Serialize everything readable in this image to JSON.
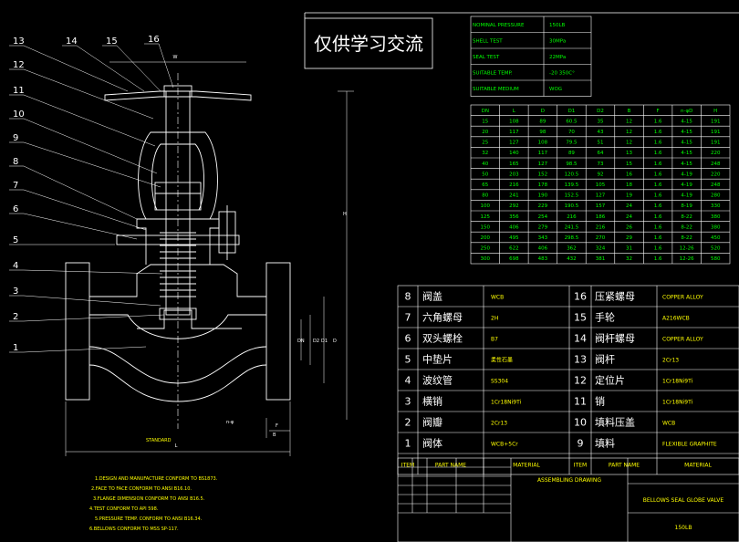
{
  "watermark": "仅供学习交流",
  "specs": [
    {
      "label": "NOMINAL PRESSURE",
      "value": "150LB"
    },
    {
      "label": "SHELL TEST",
      "value": "30MPa"
    },
    {
      "label": "SEAL TEST",
      "value": "22MPa"
    },
    {
      "label": "SUITABLE TEMP.",
      "value": "-20 350C°"
    },
    {
      "label": "SUITABLE MEDIUM",
      "value": "WOG"
    }
  ],
  "dimensions": {
    "headers": [
      "DN",
      "L",
      "D",
      "D1",
      "D2",
      "B",
      "F",
      "n-φD",
      "H"
    ],
    "rows": [
      [
        "15",
        "108",
        "89",
        "60.5",
        "35",
        "12",
        "1.6",
        "4-15",
        "191"
      ],
      [
        "20",
        "117",
        "98",
        "70",
        "43",
        "12",
        "1.6",
        "4-15",
        "191"
      ],
      [
        "25",
        "127",
        "108",
        "79.5",
        "51",
        "12",
        "1.6",
        "4-15",
        "191"
      ],
      [
        "32",
        "140",
        "117",
        "89",
        "64",
        "13",
        "1.6",
        "4-15",
        "220"
      ],
      [
        "40",
        "165",
        "127",
        "98.5",
        "73",
        "15",
        "1.6",
        "4-15",
        "248"
      ],
      [
        "50",
        "203",
        "152",
        "120.5",
        "92",
        "16",
        "1.6",
        "4-19",
        "220"
      ],
      [
        "65",
        "216",
        "178",
        "139.5",
        "105",
        "18",
        "1.6",
        "4-19",
        "248"
      ],
      [
        "80",
        "241",
        "190",
        "152.5",
        "127",
        "19",
        "1.6",
        "4-19",
        "280"
      ],
      [
        "100",
        "292",
        "229",
        "190.5",
        "157",
        "24",
        "1.6",
        "8-19",
        "330"
      ],
      [
        "125",
        "356",
        "254",
        "216",
        "186",
        "24",
        "1.6",
        "8-22",
        "380"
      ],
      [
        "150",
        "406",
        "279",
        "241.5",
        "216",
        "26",
        "1.6",
        "8-22",
        "380"
      ],
      [
        "200",
        "495",
        "343",
        "298.5",
        "270",
        "29",
        "1.6",
        "8-22",
        "450"
      ],
      [
        "250",
        "622",
        "406",
        "362",
        "324",
        "31",
        "1.6",
        "12-26",
        "520"
      ],
      [
        "300",
        "698",
        "483",
        "432",
        "381",
        "32",
        "1.6",
        "12-26",
        "580"
      ]
    ]
  },
  "parts": [
    {
      "left": {
        "no": "8",
        "name": "阀盖",
        "material": "WCB"
      },
      "right": {
        "no": "16",
        "name": "压紧螺母",
        "material": "COPPER ALLOY"
      }
    },
    {
      "left": {
        "no": "7",
        "name": "六角螺母",
        "material": "2H"
      },
      "right": {
        "no": "15",
        "name": "手轮",
        "material": "A216WCB"
      }
    },
    {
      "left": {
        "no": "6",
        "name": "双头螺栓",
        "material": "B7"
      },
      "right": {
        "no": "14",
        "name": "阀杆螺母",
        "material": "COPPER ALLOY"
      }
    },
    {
      "left": {
        "no": "5",
        "name": "中垫片",
        "material": "柔性石墨"
      },
      "right": {
        "no": "13",
        "name": "阀杆",
        "material": "2Cr13"
      }
    },
    {
      "left": {
        "no": "4",
        "name": "波纹管",
        "material": "SS304"
      },
      "right": {
        "no": "12",
        "name": "定位片",
        "material": "1Cr18Ni9Ti"
      }
    },
    {
      "left": {
        "no": "3",
        "name": "横销",
        "material": "1Cr18Ni9Ti"
      },
      "right": {
        "no": "11",
        "name": "销",
        "material": "1Cr18Ni9Ti"
      }
    },
    {
      "left": {
        "no": "2",
        "name": "阀瓣",
        "material": "2Cr13"
      },
      "right": {
        "no": "10",
        "name": "填料压盖",
        "material": "WCB"
      }
    },
    {
      "left": {
        "no": "1",
        "name": "阀体",
        "material": "WCB+5Cr"
      },
      "right": {
        "no": "9",
        "name": "填料",
        "material": "FLEXIBLE GRAPHITE"
      }
    }
  ],
  "parts_header": {
    "item": "ITEM",
    "part": "PART NAME",
    "material": "MATERIAL"
  },
  "title_block": {
    "drawing": "ASSEMBLING DRAWING",
    "product": "BELLOWS SEAL GLOBE VALVE",
    "rating": "150LB"
  },
  "notes": {
    "heading": "STANDARD",
    "lines": [
      "1.DESIGN AND MANUFACTURE CONFORM TO BS1873.",
      "2.FACE TO FACE CONFORM TO ANSI B16.10.",
      "3.FLANGE DIMENSION CONFORM TO ANSI B16.5.",
      "4.TEST CONFORM TO API 598.",
      "5.PRESSURE TEMP. CONFORM TO ANSI B16.34.",
      "6.BELLOWS CONFORM TO MSS SP-117."
    ]
  },
  "balloons": [
    "13",
    "14",
    "15",
    "16",
    "12",
    "11",
    "10",
    "9",
    "8",
    "7",
    "6",
    "5",
    "4",
    "3",
    "2",
    "1"
  ],
  "dim_labels": {
    "L": "L",
    "H": "H",
    "W": "W",
    "B": "B",
    "F": "F",
    "D": "D",
    "D1": "D1",
    "D2": "D2",
    "DN": "DN",
    "nphi": "n-φ"
  }
}
